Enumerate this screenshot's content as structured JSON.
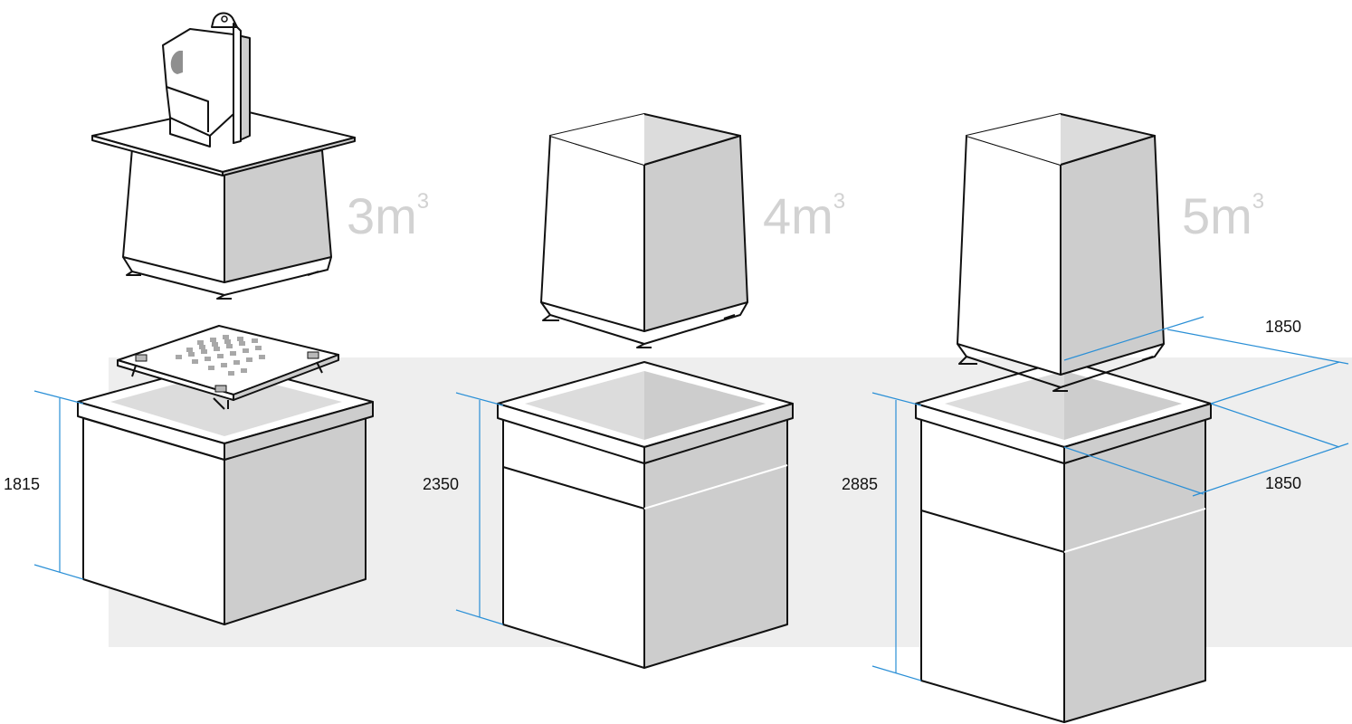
{
  "units": [
    {
      "id": "small",
      "volume": "3m",
      "exponent": "3",
      "height_label": "1815"
    },
    {
      "id": "medium",
      "volume": "4m",
      "exponent": "3",
      "height_label": "2350"
    },
    {
      "id": "large",
      "volume": "5m",
      "exponent": "3",
      "height_label": "2885"
    }
  ],
  "footprint": {
    "depth_label": "1850",
    "width_label": "1850"
  },
  "colors": {
    "dimension_line": "#2a8fd6",
    "shade": "#cdcdcd",
    "volume_text": "#d2d2d2",
    "backdrop": "#eeeeee"
  }
}
